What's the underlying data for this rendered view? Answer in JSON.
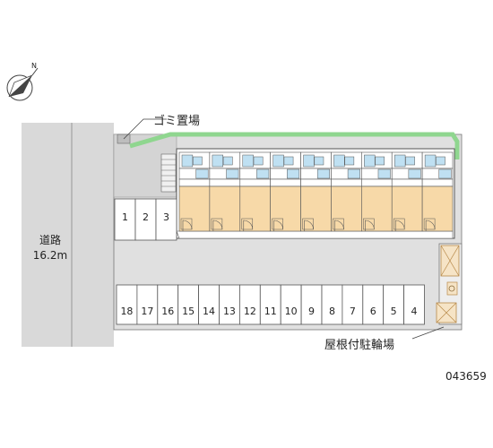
{
  "labels": {
    "garbage": "ゴミ置場",
    "road_name": "道路",
    "road_width": "16.2m",
    "bicycle_parking": "屋根付駐輪場",
    "property_code": "043659"
  },
  "parking_top": [
    "1",
    "2",
    "3"
  ],
  "parking_bottom": [
    "18",
    "17",
    "16",
    "15",
    "14",
    "13",
    "12",
    "11",
    "10",
    "9",
    "8",
    "7",
    "6",
    "5",
    "4"
  ],
  "units_count": 9,
  "compass": {
    "icon": "north-arrow-icon",
    "north_label": "N"
  },
  "colors": {
    "road": "#d9d9d9",
    "lot": "#e0e0e0",
    "unit_floor": "#f7d9a8",
    "unit_water": "#bfe0f2",
    "hedge": "#8fd68f",
    "line": "#555555"
  }
}
